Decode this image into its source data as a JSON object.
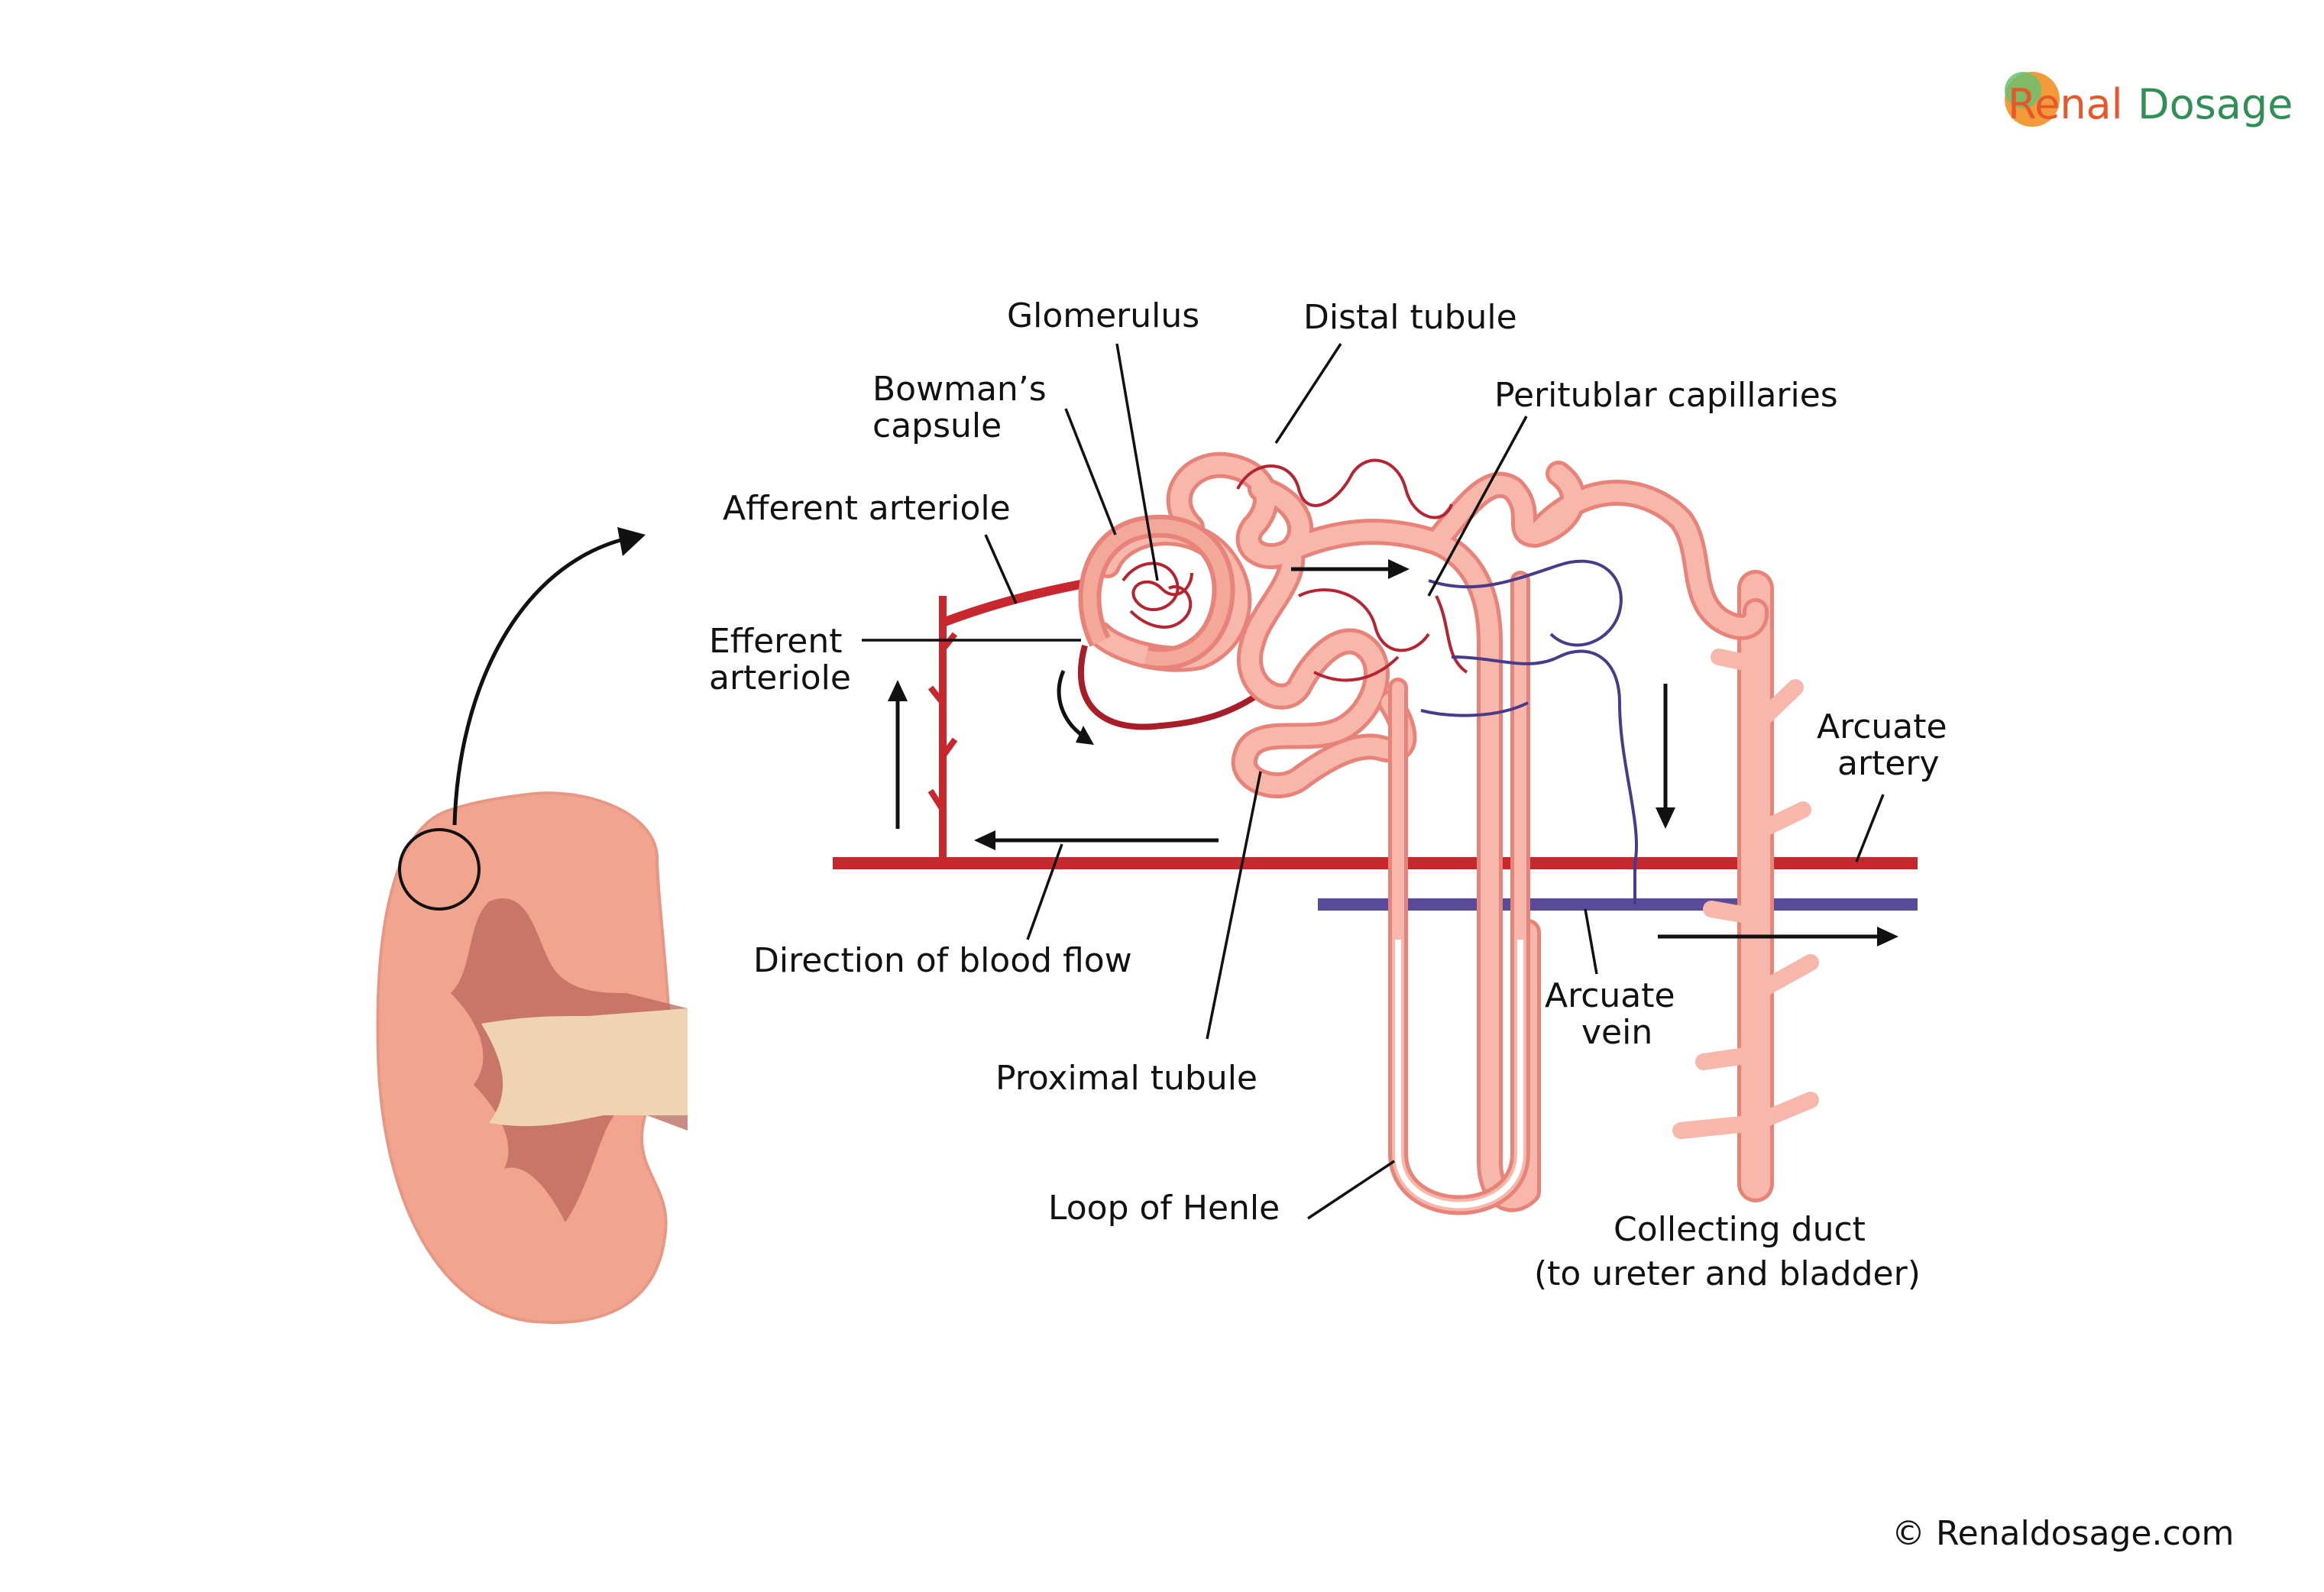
{
  "logo": {
    "word1": "Renal",
    "word2": "Dosage",
    "color1": "#e8562a",
    "color2": "#2f8f56"
  },
  "labels": {
    "glomerulus": "Glomerulus",
    "distal_tubule": "Distal tubule",
    "bowmans_line1": "Bowman’s",
    "bowmans_line2": "capsule",
    "peritubular": "Peritublar capillaries",
    "afferent": "Afferent arteriole",
    "efferent_line1": "Efferent",
    "efferent_line2": "arteriole",
    "arcuate_artery_line1": "Arcuate",
    "arcuate_artery_line2": "artery",
    "direction": "Direction of blood flow",
    "arcuate_vein_line1": "Arcuate",
    "arcuate_vein_line2": "vein",
    "proximal": "Proximal tubule",
    "loop": "Loop of Henle",
    "collecting_line1": "Collecting duct",
    "collecting_line2": "(to ureter and bladder)"
  },
  "copyright": "© Renaldosage.com",
  "colors": {
    "artery": "#c8272e",
    "vein": "#5a4a9a",
    "tubule_outline": "#e8837a",
    "tubule_fill": "#f7b8ab",
    "kidney": "#f2a48e",
    "pelvis": "#f0d3b0"
  }
}
